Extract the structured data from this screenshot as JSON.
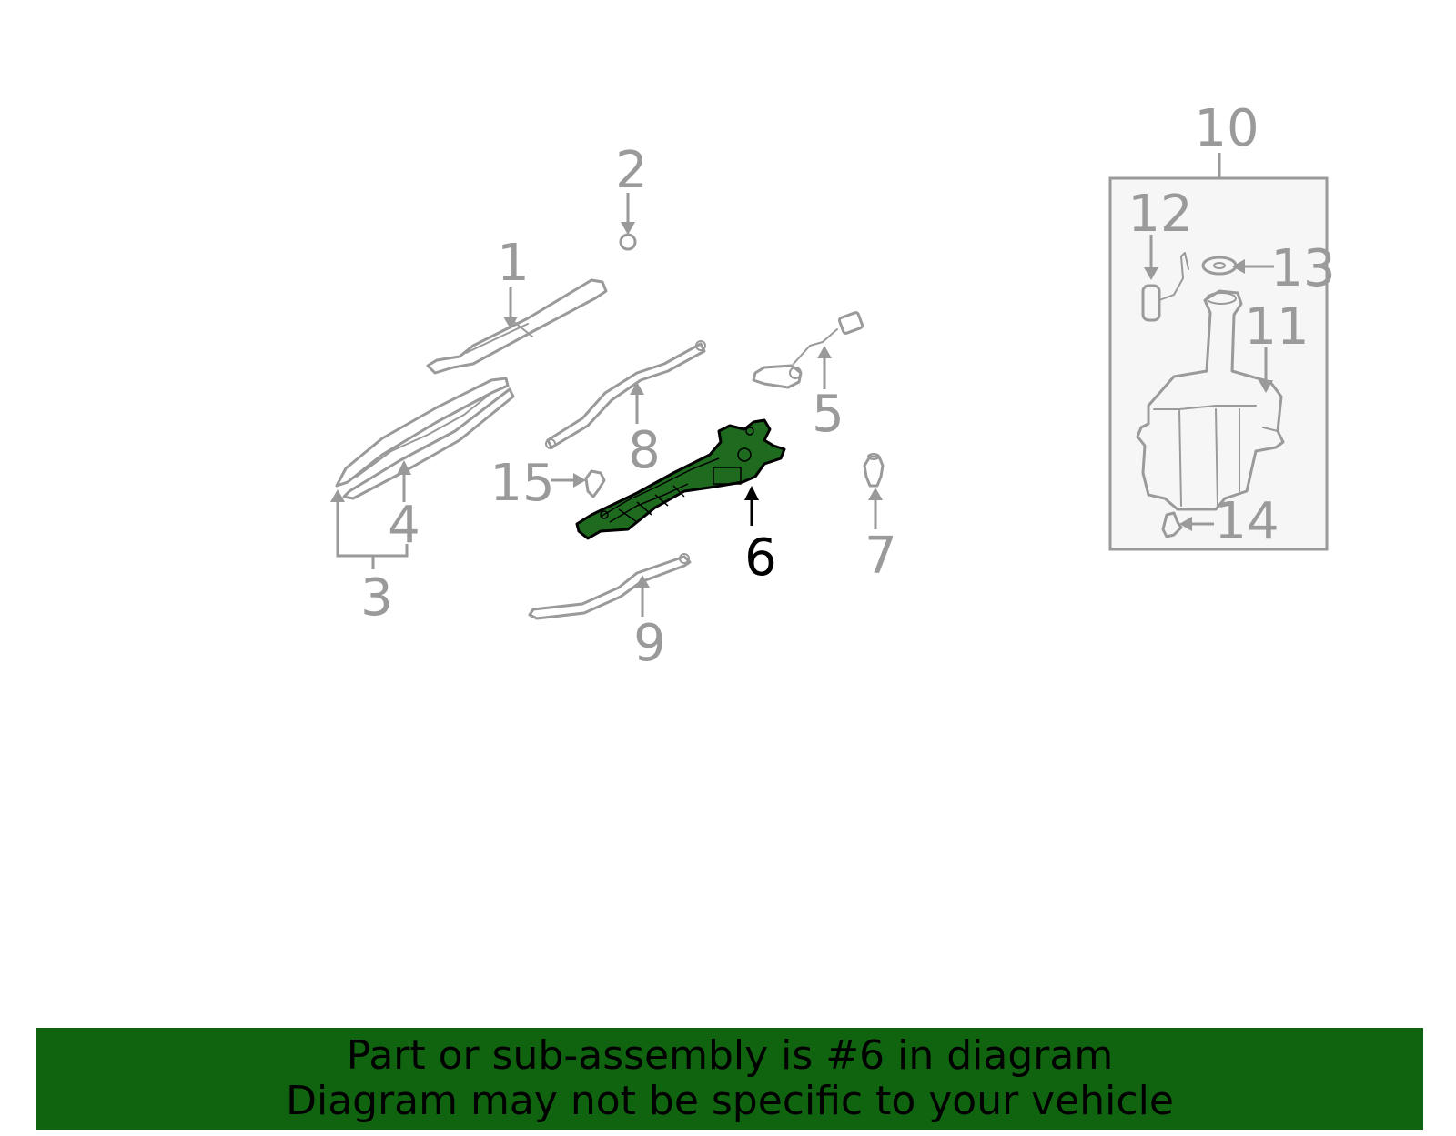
{
  "diagram": {
    "highlight_color": "#1e6a1e",
    "callouts": [
      {
        "id": "1",
        "label": "1"
      },
      {
        "id": "2",
        "label": "2"
      },
      {
        "id": "3",
        "label": "3"
      },
      {
        "id": "4",
        "label": "4"
      },
      {
        "id": "5",
        "label": "5"
      },
      {
        "id": "6",
        "label": "6",
        "highlighted": true
      },
      {
        "id": "7",
        "label": "7"
      },
      {
        "id": "8",
        "label": "8"
      },
      {
        "id": "9",
        "label": "9"
      },
      {
        "id": "10",
        "label": "10"
      },
      {
        "id": "11",
        "label": "11"
      },
      {
        "id": "12",
        "label": "12"
      },
      {
        "id": "13",
        "label": "13"
      },
      {
        "id": "14",
        "label": "14"
      },
      {
        "id": "15",
        "label": "15"
      }
    ]
  },
  "banner": {
    "line1": "Part or sub-assembly is #6 in diagram",
    "line2": "Diagram may not be specific to your vehicle",
    "background_color": "#106410"
  }
}
